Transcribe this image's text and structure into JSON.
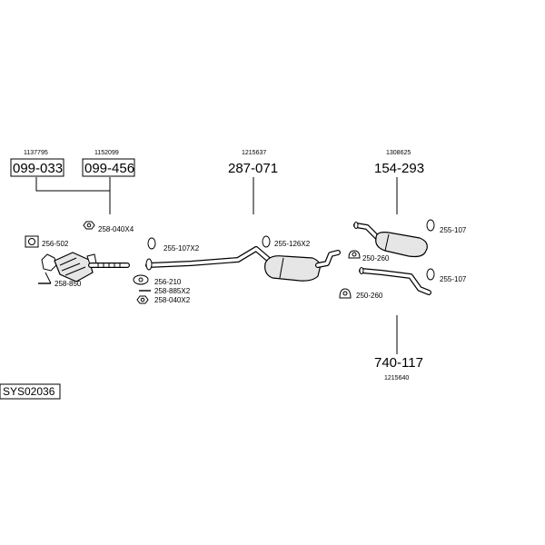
{
  "parts": {
    "p1": {
      "number": "099-033",
      "ref": "1137795"
    },
    "p2": {
      "number": "099-456",
      "ref": "1152099"
    },
    "p3": {
      "number": "287-071",
      "ref": "1215637"
    },
    "p4": {
      "number": "154-293",
      "ref": "1308625"
    },
    "p5": {
      "number": "740-117",
      "ref": "1215640"
    }
  },
  "labels": {
    "l_258_040x4": "258-040X4",
    "l_256_502": "256-502",
    "l_258_850": "258-850",
    "l_255_107x2": "255-107X2",
    "l_256_210": "256-210",
    "l_258_885x2": "258-885X2",
    "l_258_040x2": "258-040X2",
    "l_255_126x2": "255-126X2",
    "l_255_107_a": "255-107",
    "l_250_260_a": "250-260",
    "l_255_107_b": "255-107",
    "l_250_260_b": "250-260"
  },
  "system_code": "SYS02036"
}
